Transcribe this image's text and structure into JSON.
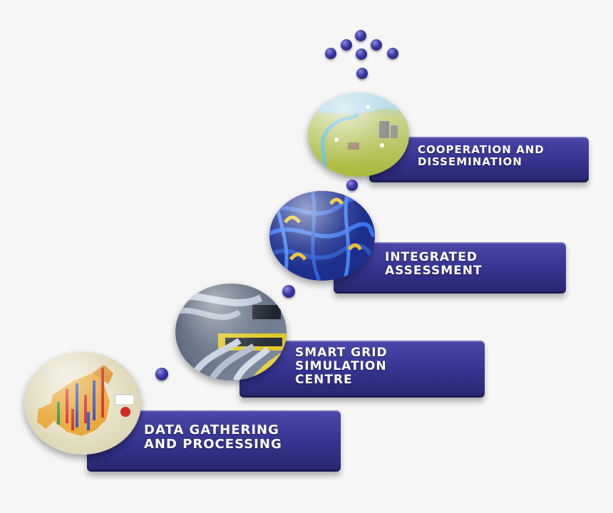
{
  "steps": [
    {
      "label": "DATA GATHERING\nAND PROCESSING",
      "image": "europe-map-icon"
    },
    {
      "label": "SMART GRID\nSIMULATION\nCENTRE",
      "image": "server-cables-icon"
    },
    {
      "label": "INTEGRATED\nASSESSMENT",
      "image": "blue-wires-icon"
    },
    {
      "label": "COOPERATION AND\nDISSEMINATION",
      "image": "landscape-network-icon"
    }
  ],
  "colors": {
    "bar": "#34338d",
    "dot": "#3a38a6",
    "background": "#f6f6f6"
  }
}
